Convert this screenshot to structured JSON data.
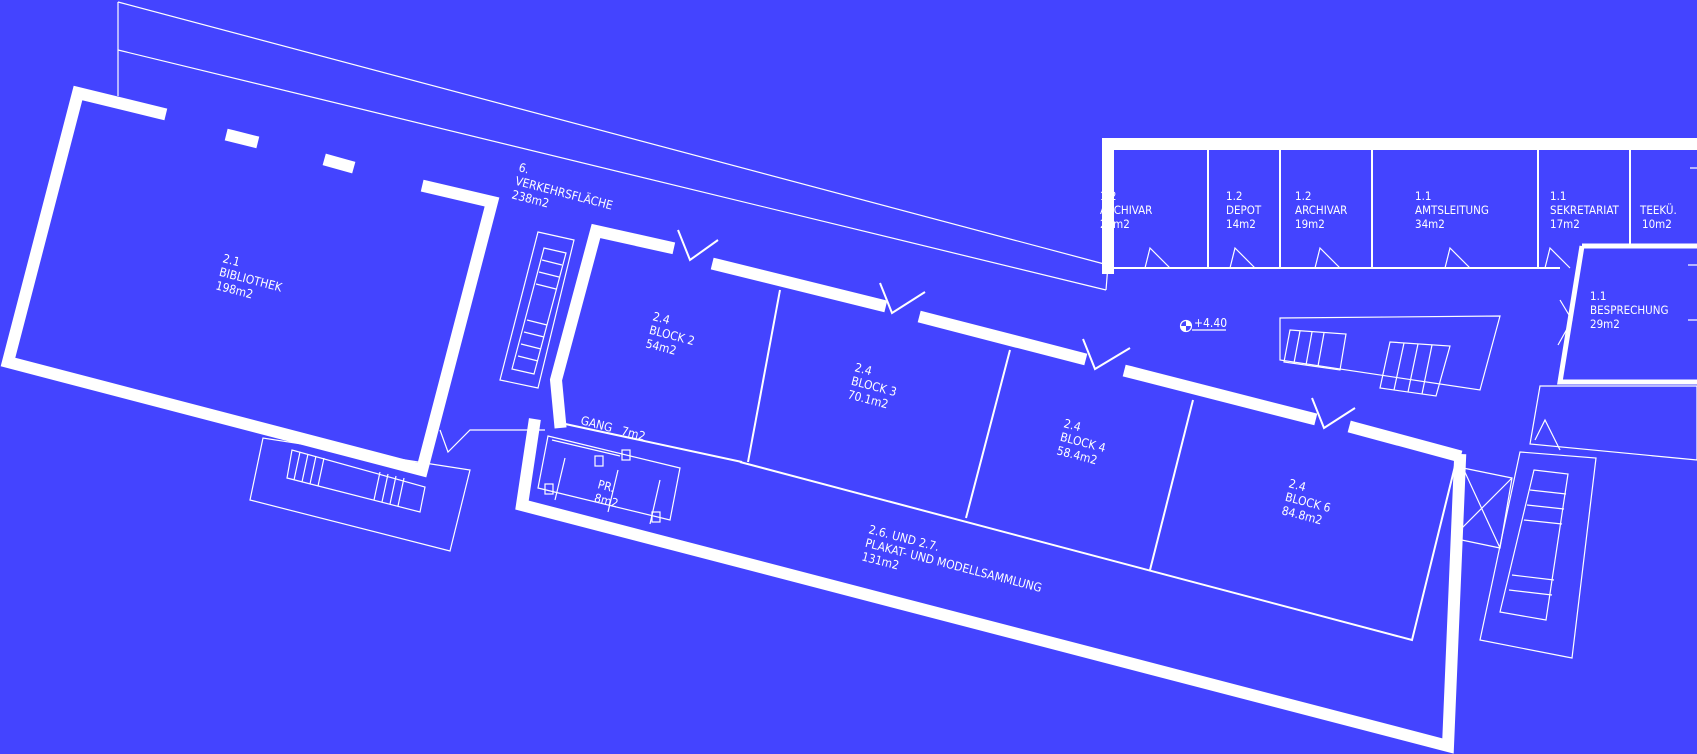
{
  "background_color": "#4444ff",
  "line_color": "#ffffff",
  "rooms": {
    "bibliothek": {
      "number": "2.1",
      "name": "BIBLIOTHEK",
      "area": "198m2"
    },
    "verkehrsflaeche": {
      "number": "6.",
      "name": "VERKEHRSFLÄCHE",
      "area": "238m2"
    },
    "block2": {
      "number": "2.4",
      "name": "BLOCK 2",
      "area": "54m2"
    },
    "block3": {
      "number": "2.4",
      "name": "BLOCK 3",
      "area": "70.1m2"
    },
    "block4": {
      "number": "2.4",
      "name": "BLOCK 4",
      "area": "58.4m2"
    },
    "block6": {
      "number": "2.4",
      "name": "BLOCK 6",
      "area": "84.8m2"
    },
    "gang": {
      "name": "GANG",
      "area": "7m2"
    },
    "pr": {
      "name": "PR.",
      "area": "8m2"
    },
    "sammlung": {
      "number": "2.6. UND 2.7.",
      "name": "PLAKAT- UND MODELLSAMMLUNG",
      "area": "131m2"
    },
    "archivar1": {
      "number": "1.2",
      "name": "ARCHIVAR",
      "area": "20m2"
    },
    "depot": {
      "number": "1.2",
      "name": "DEPOT",
      "area": "14m2"
    },
    "archivar2": {
      "number": "1.2",
      "name": "ARCHIVAR",
      "area": "19m2"
    },
    "amtsleitung": {
      "number": "1.1",
      "name": "AMTSLEITUNG",
      "area": "34m2"
    },
    "sekretariat": {
      "number": "1.1",
      "name": "SEKRETARIAT",
      "area": "17m2"
    },
    "teekue": {
      "name": "TEEKÜ.",
      "area": "10m2"
    },
    "besprechung": {
      "number": "1.1",
      "name": "BESPRECHUNG",
      "area": "29m2"
    }
  },
  "level_marker": "+4.40"
}
